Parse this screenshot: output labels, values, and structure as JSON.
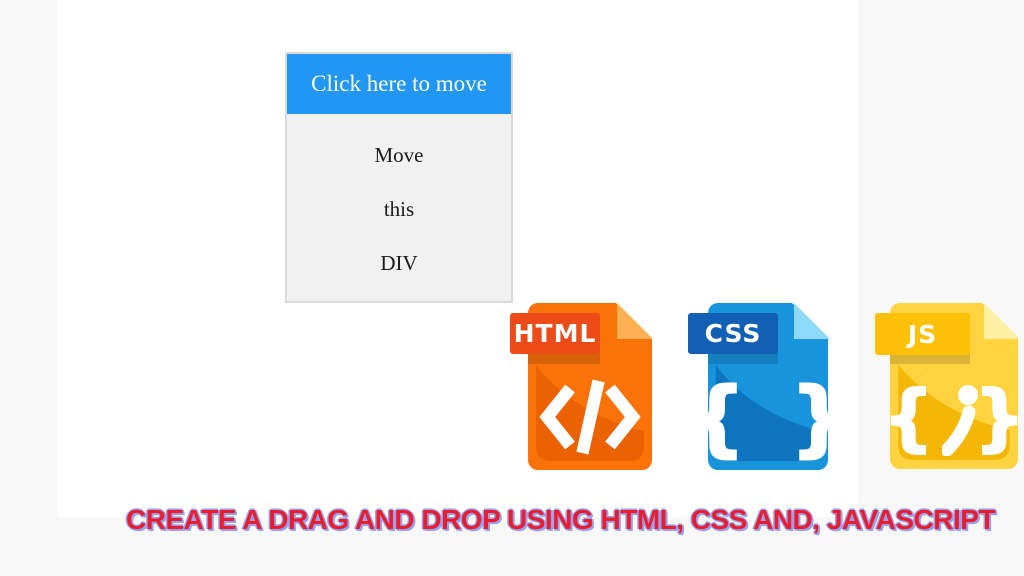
{
  "window": {
    "background_color": "#f8f8f8",
    "canvas_color": "#ffffff"
  },
  "drag_demo": {
    "header": {
      "label": "Click here to move",
      "background_color": "#2196F3",
      "text_color": "#ffffff"
    },
    "body": {
      "lines": [
        "Move",
        "this",
        "DIV"
      ],
      "background_color": "#f1f1f1",
      "border_color": "#d9d9d9"
    }
  },
  "file_icons": [
    {
      "label": "HTML",
      "glyph": "</>",
      "colors": {
        "body": "#FB7208",
        "shade": "#EC6100",
        "band": "#EC4A16",
        "fold": "#FFB153"
      }
    },
    {
      "label": "CSS",
      "glyph": "{ }",
      "glyph_open": "{",
      "glyph_close": "}",
      "colors": {
        "body": "#1794DC",
        "shade": "#0E74BE",
        "band": "#1160B6",
        "fold": "#8ED9FA"
      }
    },
    {
      "label": "JS",
      "glyph": "{i}",
      "glyph_open": "{",
      "glyph_close": "}",
      "colors": {
        "body": "#FFD23F",
        "shade": "#F4B705",
        "band": "#FFC107",
        "fold": "#FFF0A3"
      }
    }
  ],
  "caption": {
    "text": "CREATE A DRAG AND DROP USING HTML, CSS AND, JAVASCRIPT",
    "color": "#EA1D2C",
    "outline_color": "#98A1F1"
  }
}
